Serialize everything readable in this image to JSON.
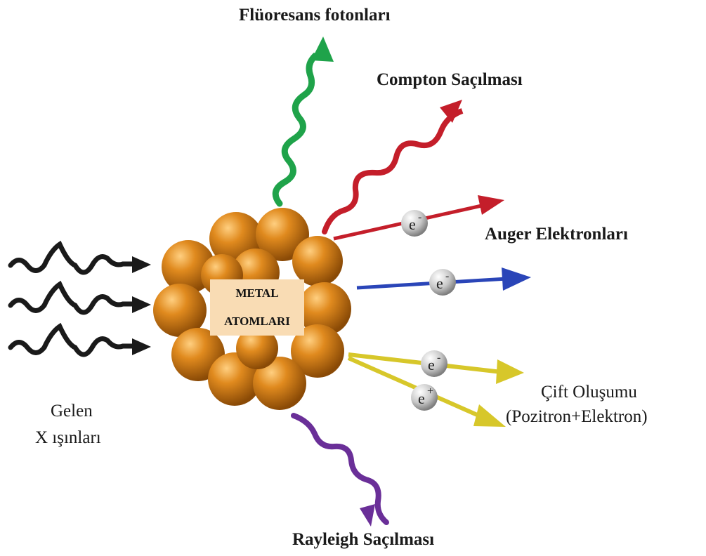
{
  "labels": {
    "fluorescence": "Flüoresans fotonları",
    "compton": "Compton Saçılması",
    "auger": "Auger Elektronları",
    "pair_line1": "Çift Oluşumu",
    "pair_line2": "(Pozitron+Elektron)",
    "rayleigh": "Rayleigh Saçılması",
    "incoming_line1": "Gelen",
    "incoming_line2": "X ışınları",
    "center_line1": "METAL",
    "center_line2": "ATOMLARI"
  },
  "particles": {
    "electron": "e",
    "electron_sign": "-",
    "positron": "e",
    "positron_sign": "+"
  },
  "colors": {
    "fluorescence": "#1fa34a",
    "compton": "#c41e2a",
    "auger": "#2a45b8",
    "pair": "#d7c72a",
    "rayleigh": "#6a2f98",
    "incoming": "#1a1a1a",
    "atom": "#d07a14"
  }
}
